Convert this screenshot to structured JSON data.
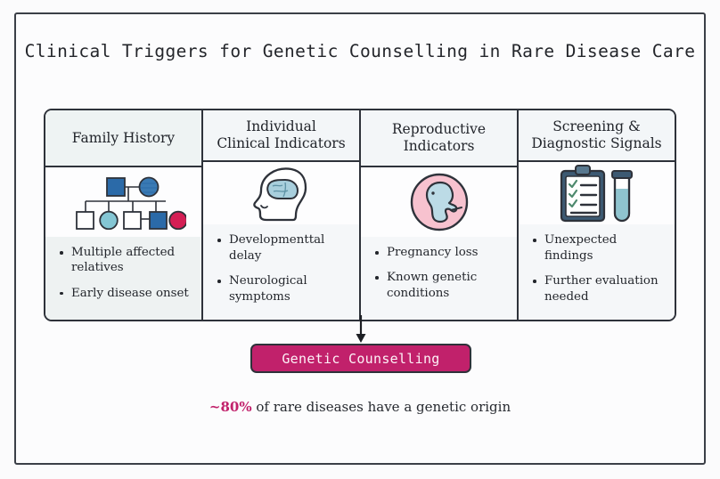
{
  "title": "Clinical Triggers for Genetic Counselling in Rare Disease Care",
  "columns": [
    {
      "header": "Family History",
      "icon": "family-pedigree-icon",
      "bullets": [
        "Multiple affected relatives",
        "Early disease onset"
      ]
    },
    {
      "header": "Individual\nClinical Indicators",
      "header_line1": "Individual",
      "header_line2": "Clinical Indicators",
      "icon": "head-brain-icon",
      "bullets": [
        "Developmenttal delay",
        "Neurological symptoms"
      ]
    },
    {
      "header": "Reproductive\nIndicators",
      "header_line1": "Reproductive",
      "header_line2": "Indicators",
      "icon": "fetus-circle-icon",
      "bullets": [
        "Pregnancy loss",
        "Known genetic conditions"
      ]
    },
    {
      "header": "Screening &\nDiagnostic Signals",
      "header_line1": "Screening &",
      "header_line2": "Diagnostic Signals",
      "icon": "clipboard-testtube-icon",
      "bullets": [
        "Unexpected findings",
        "Further evaluation needed"
      ]
    }
  ],
  "flow": {
    "arrow": "down-arrow-icon",
    "banner_label": "Genetic Counselling"
  },
  "footnote": {
    "accent": "~80%",
    "rest": " of rare diseases have a genetic origin"
  },
  "colors": {
    "accent": "#c1216b",
    "ink": "#2e323a",
    "header_tint": "#eef3f3",
    "body_tint": "#eef2f2",
    "pedigree_dark_blue": "#2b6aa8",
    "pedigree_light_blue": "#84c6d4",
    "pedigree_crimson": "#d41f55",
    "brain_blue": "#a8cfdd",
    "fetus_pink": "#f7c2cf",
    "tube_teal": "#8fc4cf"
  }
}
